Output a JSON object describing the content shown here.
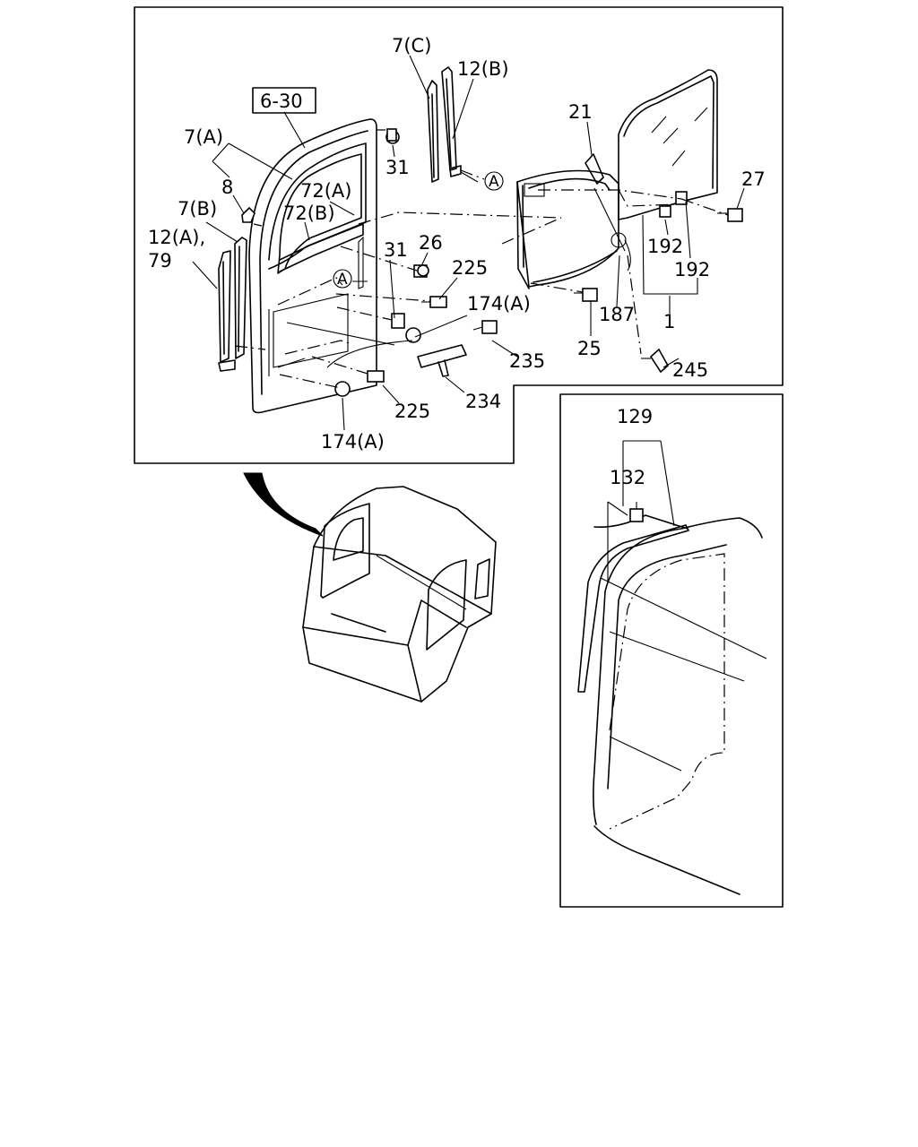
{
  "labels": {
    "box_ref": "6-30",
    "p7c": "7(C)",
    "p12b": "12(B)",
    "p7a": "7(A)",
    "p8": "8",
    "p7b": "7(B)",
    "p12a": "12(A),",
    "p79": "79",
    "p72a": "72(A)",
    "p72b": "72(B)",
    "p31_top": "31",
    "p31_mid": "31",
    "p26": "26",
    "p225_top": "225",
    "p174a_top": "174(A)",
    "p235": "235",
    "p234": "234",
    "p225_bottom": "225",
    "p174a_bottom": "174(A)",
    "p21": "21",
    "p27": "27",
    "p192_a": "192",
    "p192_b": "192",
    "p187": "187",
    "p1": "1",
    "p25": "25",
    "p245": "245",
    "p129": "129",
    "p132": "132",
    "ref_a_top": "A",
    "ref_a_mid": "A"
  }
}
